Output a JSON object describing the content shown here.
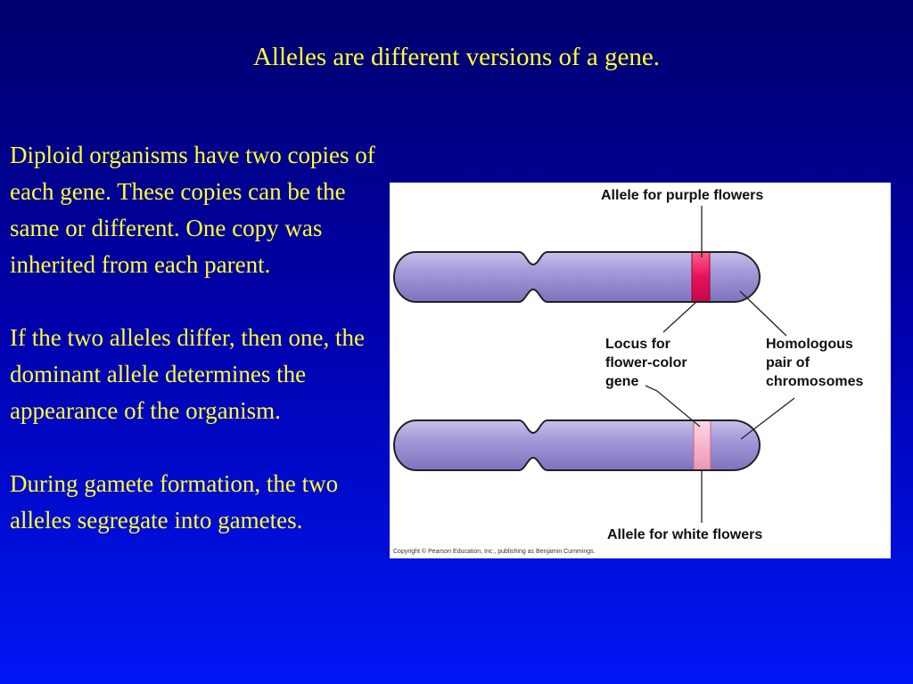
{
  "slide": {
    "title": "Alleles are different versions of a gene.",
    "paragraphs": [
      "Diploid organisms have two copies of each gene.  These copies can be the same or different.  One copy was inherited from each parent.",
      "If the two alleles differ, then one, the dominant allele determines the appearance of the organism.",
      "During gamete formation, the two alleles segregate into gametes."
    ],
    "text_color": "#ffff33",
    "background_colors": [
      "#00006e",
      "#0016f5"
    ]
  },
  "diagram": {
    "labels": {
      "allele_purple": "Allele for purple flowers",
      "locus_line1": "Locus for",
      "locus_line2": "flower-color",
      "locus_line3": "gene",
      "homologous_line1": "Homologous",
      "homologous_line2": "pair of",
      "homologous_line3": "chromosomes",
      "allele_white": "Allele for white flowers"
    },
    "copyright": "Copyright © Pearson Education, Inc., publishing as Benjamin Cummings.",
    "colors": {
      "chromosome": "#9a8fd0",
      "purple_allele_band": "#e8105a",
      "white_allele_band": "#f7b5cc"
    }
  }
}
